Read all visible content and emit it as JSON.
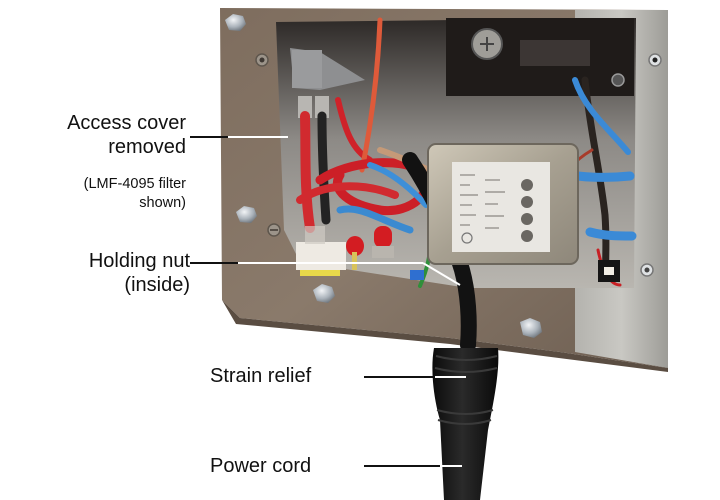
{
  "figure": {
    "subject": "Power entry box with access cover removed",
    "callouts": [
      {
        "id": "access-cover",
        "text": "Access cover removed",
        "line1": "Access cover",
        "line2": "removed"
      },
      {
        "id": "access-cover-note",
        "line1": "(LMF-4095 filter",
        "line2": "shown)"
      },
      {
        "id": "holding-nut",
        "line1": "Holding nut",
        "line2": "(inside)"
      },
      {
        "id": "strain-relief",
        "text": "Strain relief"
      },
      {
        "id": "power-cord",
        "text": "Power cord"
      }
    ],
    "colors": {
      "box_metal": "#7a6a5c",
      "panel_metal": "#a9a9a6",
      "cavity": "#3a3532",
      "wire_red": "#d0202a",
      "wire_blue": "#3d8fd8",
      "wire_black": "#1a1a1a",
      "filter_silver": "#bfb9ae",
      "leader_line": "#111111",
      "leader_line_light": "#ffffff"
    }
  }
}
